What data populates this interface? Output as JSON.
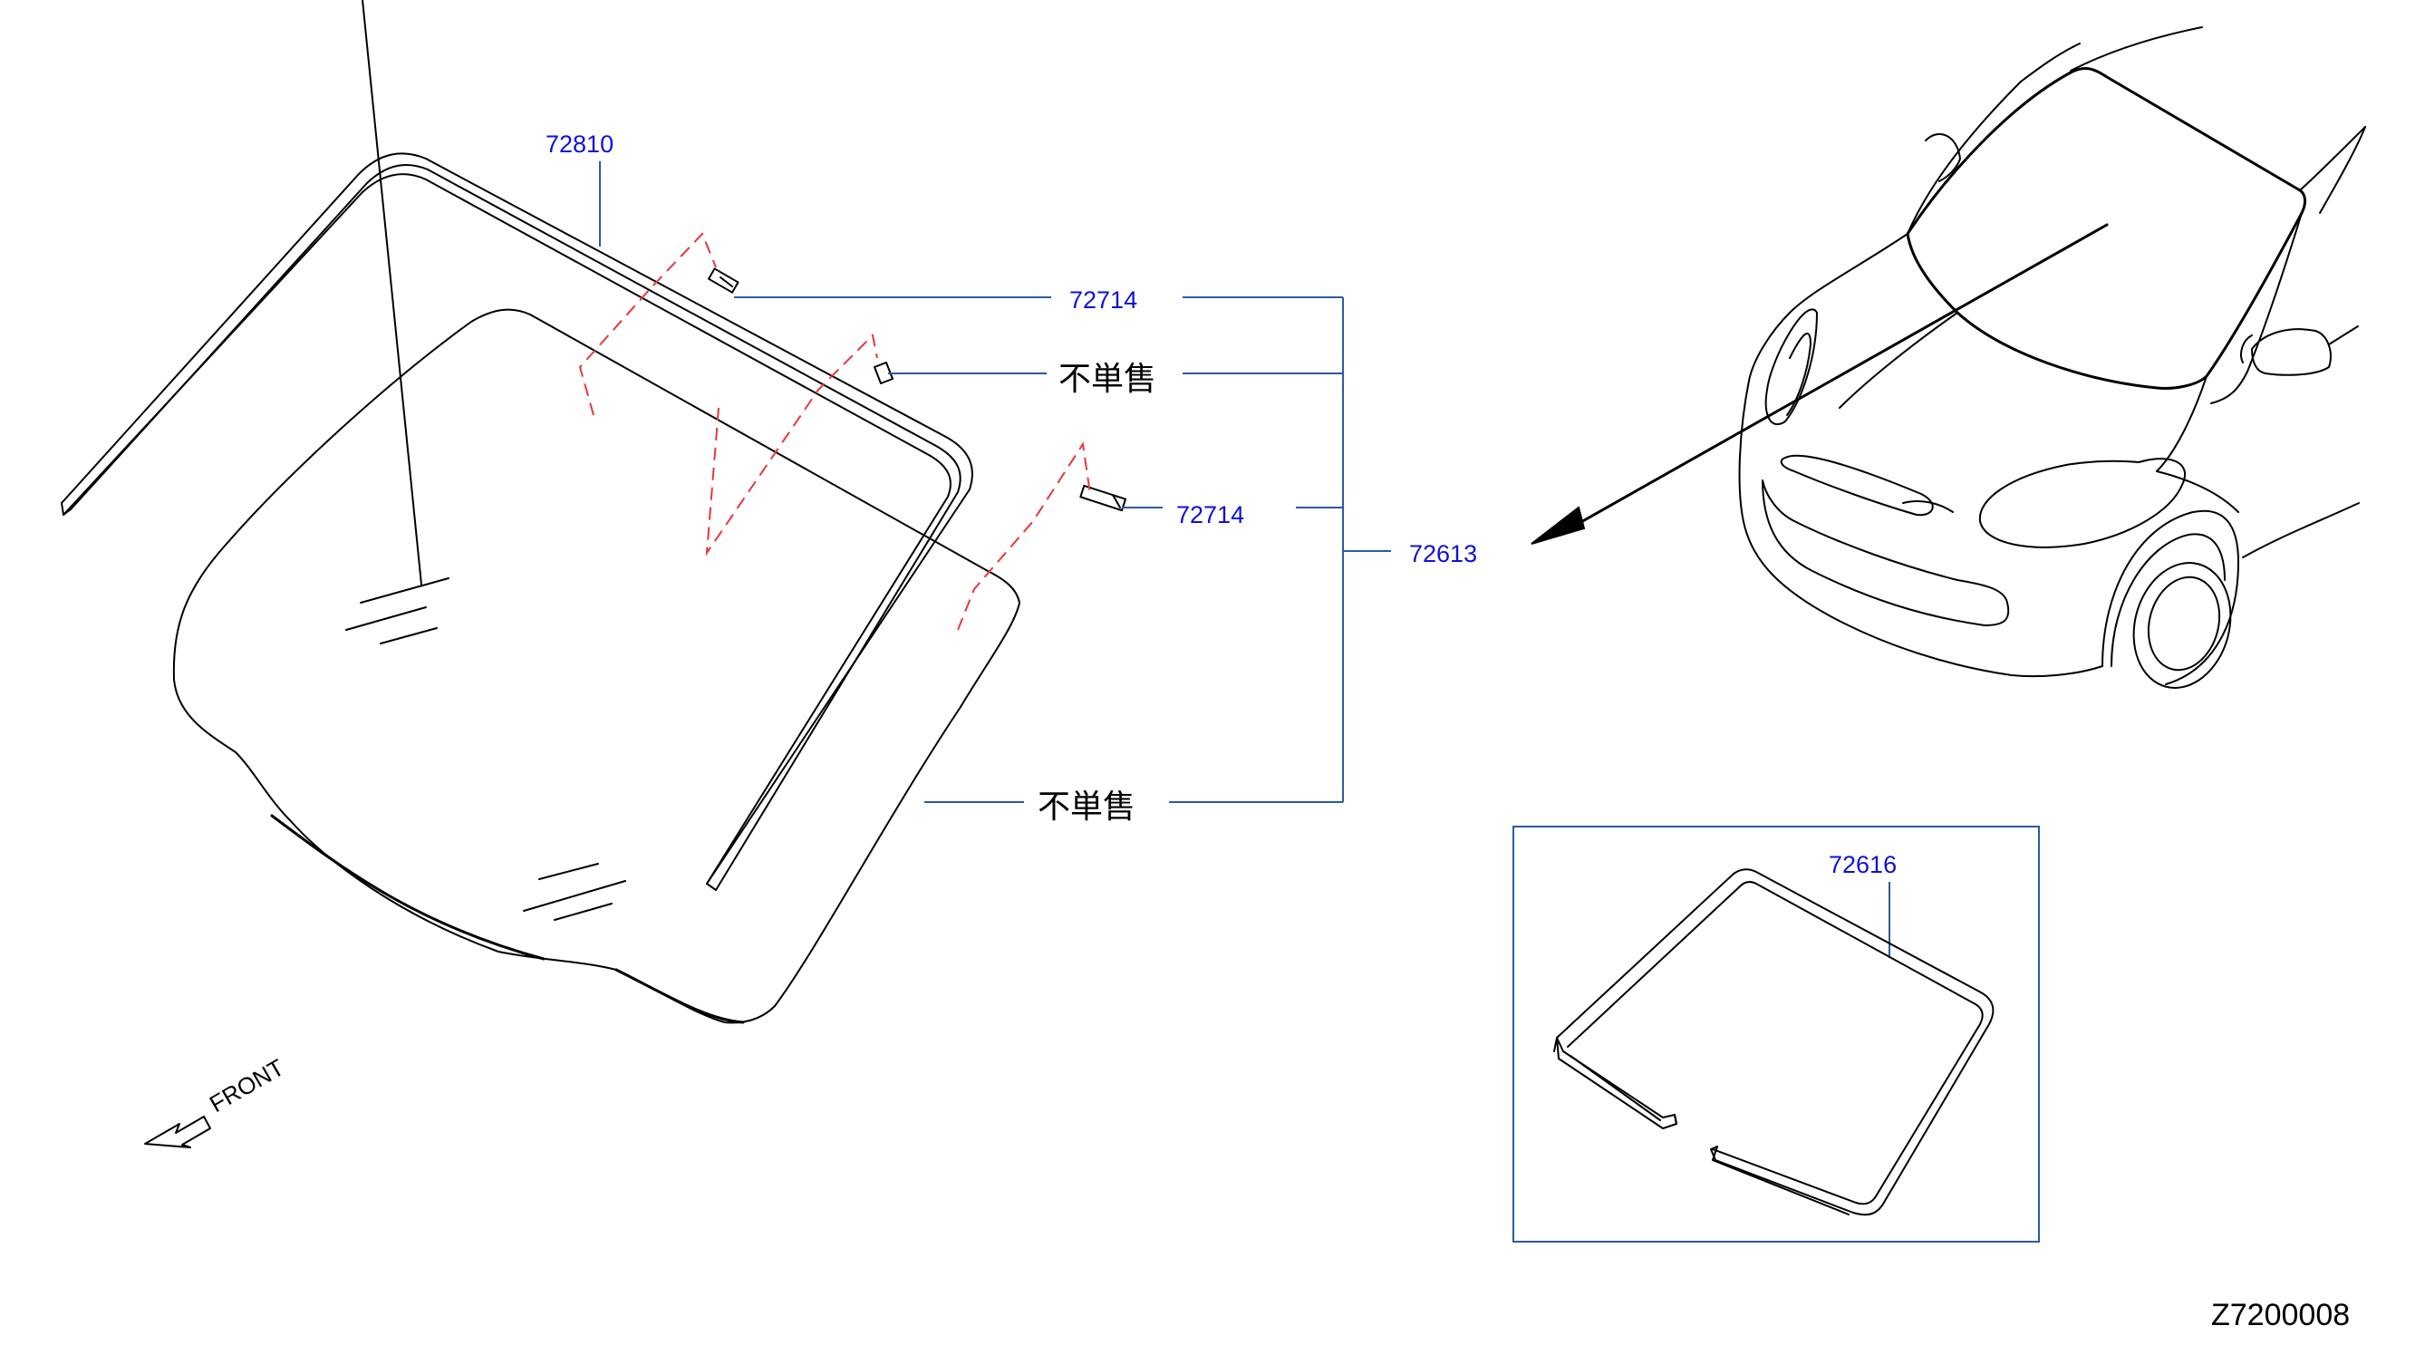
{
  "labels": {
    "moulding_upper": "72810",
    "clip_1": "72714",
    "clip_2": "72714",
    "not_sold_1": "不単售",
    "not_sold_2": "不単售",
    "glass_kit": "72613",
    "dam_kit": "72616"
  },
  "front_label": "FRONT",
  "diagram_code": "Z7200008",
  "colors": {
    "part_number": "#1010d8",
    "leader_line": "#2c5aa0",
    "dashed_guide": "#e8373a",
    "outline": "#000000"
  }
}
